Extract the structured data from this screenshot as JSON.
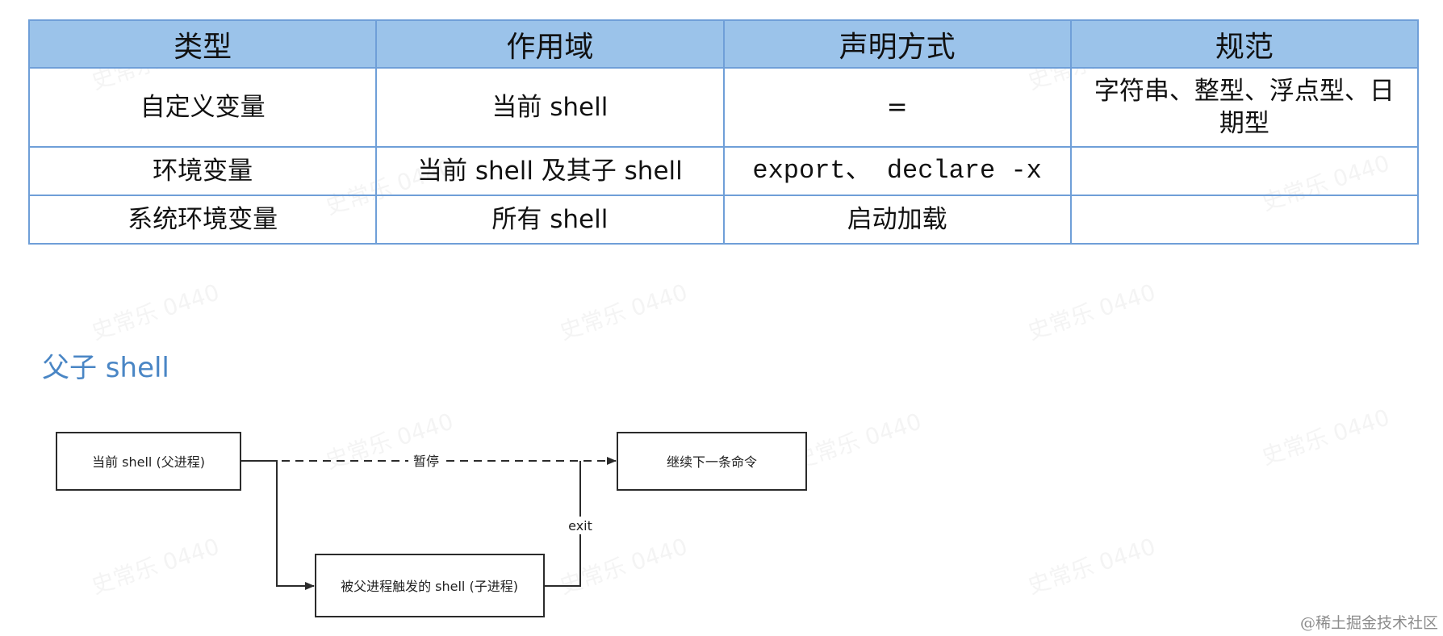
{
  "table": {
    "headers": [
      "类型",
      "作用域",
      "声明方式",
      "规范"
    ],
    "rows": [
      [
        "自定义变量",
        "当前 shell",
        "=",
        "字符串、整型、浮点型、日期型"
      ],
      [
        "环境变量",
        "当前 shell 及其子 shell",
        "export、 declare -x",
        ""
      ],
      [
        "系统环境变量",
        "所有 shell",
        "启动加载",
        ""
      ]
    ]
  },
  "section_heading": "父子 shell",
  "diagram": {
    "parent_box": "当前 shell (父进程)",
    "next_box": "继续下一条命令",
    "child_box": "被父进程触发的 shell (子进程)",
    "pause_label": "暂停",
    "exit_label": "exit"
  },
  "watermark": "史常乐 0440",
  "credit": "@稀土掘金技术社区"
}
